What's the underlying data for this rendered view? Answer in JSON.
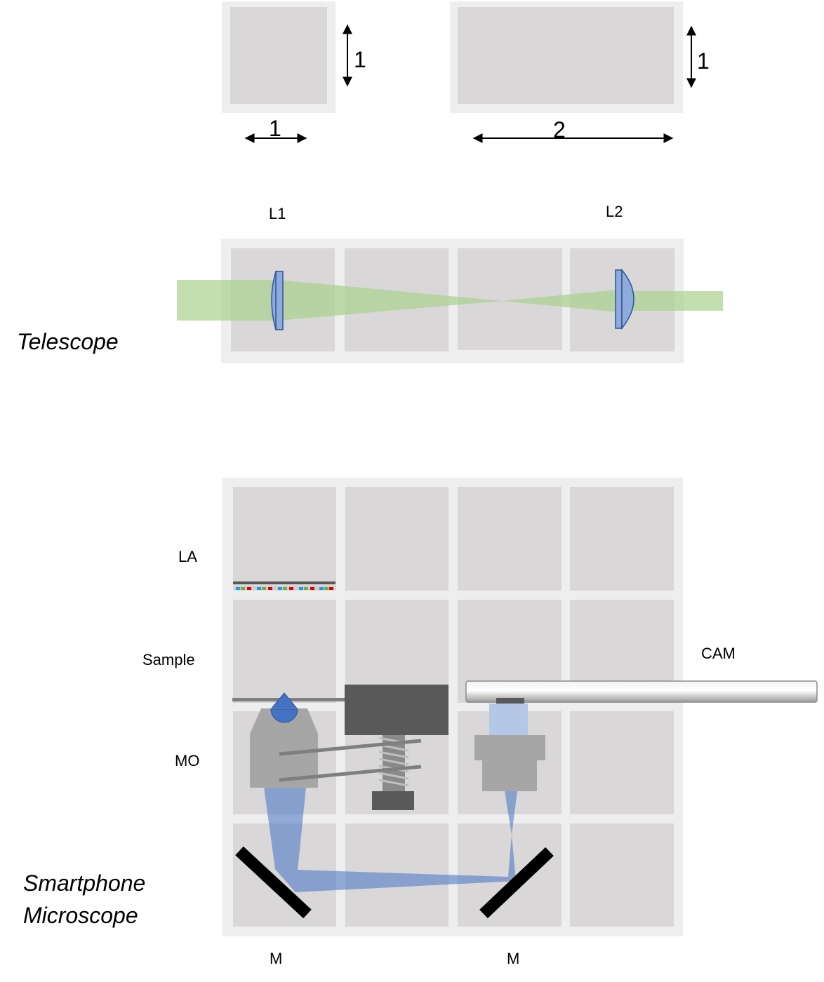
{
  "scale_legend": {
    "single_block": {
      "width_label": "1",
      "height_label": "1"
    },
    "double_block": {
      "width_label": "2",
      "height_label": "1"
    }
  },
  "telescope": {
    "title": "Telescope",
    "lens1_label": "L1",
    "lens2_label": "L2"
  },
  "microscope": {
    "title_line1": "Smartphone",
    "title_line2": "Microscope",
    "la_label": "LA",
    "sample_label": "Sample",
    "mo_label": "MO",
    "cam_label": "CAM",
    "mirror1_label": "M",
    "mirror2_label": "M"
  },
  "colors": {
    "block_fill": "#d9d7d8",
    "frame_fill": "#eeeeee",
    "laser_green": "#a9d18e",
    "light_blue": "#4472c4",
    "lens_blue": "#8faadc",
    "mirror_black": "#000000",
    "dark_grey": "#595959",
    "mid_grey": "#a6a6a6"
  }
}
